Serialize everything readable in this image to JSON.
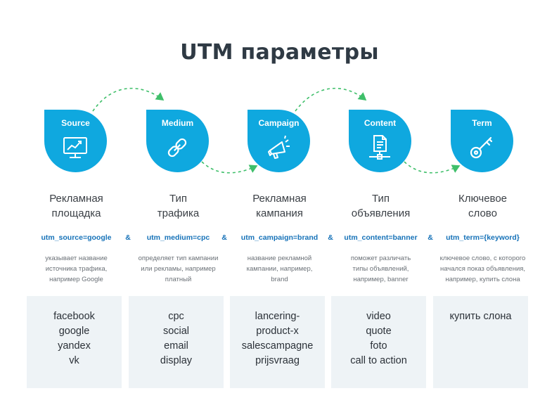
{
  "title": "UTM параметры",
  "columns": [
    {
      "badge": "Source",
      "icon": "chart-monitor-icon",
      "label_lines": [
        "Рекламная",
        "площадка"
      ],
      "param": "utm_source=google",
      "desc_lines": [
        "указывает название",
        "источника трафика,",
        "например Google"
      ],
      "values": [
        "facebook",
        "google",
        "yandex",
        "vk"
      ]
    },
    {
      "badge": "Medium",
      "icon": "chain-link-icon",
      "label_lines": [
        "Тип",
        "трафика"
      ],
      "param": "utm_medium=cpc",
      "desc_lines": [
        "определяет тип кампании",
        "или рекламы, например",
        "платный"
      ],
      "values": [
        "cpc",
        "social",
        "email",
        "display"
      ]
    },
    {
      "badge": "Campaign",
      "icon": "megaphone-icon",
      "label_lines": [
        "Рекламная",
        "кампания"
      ],
      "param": "utm_campaign=brand",
      "desc_lines": [
        "название рекламной",
        "кампании, например,",
        "brand"
      ],
      "values": [
        "lancering-",
        "product-x",
        "salescampagne",
        "prijsvraag"
      ]
    },
    {
      "badge": "Content",
      "icon": "document-network-icon",
      "label_lines": [
        "Тип",
        "объявления"
      ],
      "param": "utm_content=banner",
      "desc_lines": [
        "поможет различать",
        "типы объявлений,",
        "например, banner"
      ],
      "values": [
        "video",
        "quote",
        "foto",
        "call to action"
      ]
    },
    {
      "badge": "Term",
      "icon": "key-icon",
      "label_lines": [
        "Ключевое",
        "слово"
      ],
      "param": "utm_term={keyword}",
      "desc_lines": [
        "ключевое слово, с которого",
        "начался показ объявления,",
        "например, купить слона"
      ],
      "values": [
        "купить слона"
      ]
    }
  ],
  "separator": "&",
  "colors": {
    "badge": "#0fa8df",
    "arrow": "#3fbf6a",
    "param": "#1672b8",
    "box": "#eef3f6"
  }
}
